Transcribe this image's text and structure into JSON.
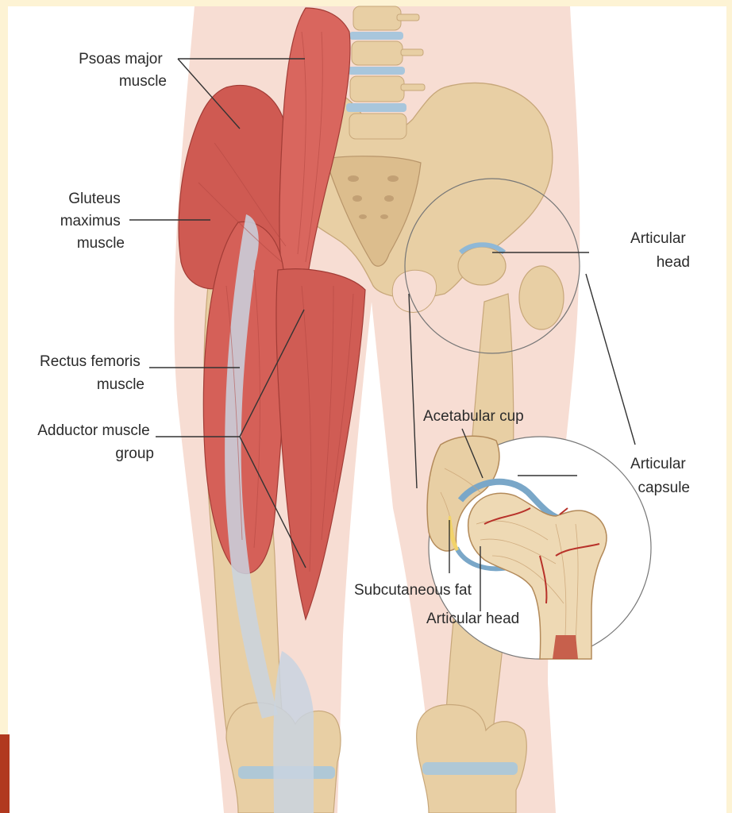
{
  "labels": {
    "psoas": [
      "Psoas major",
      "muscle"
    ],
    "gluteus": [
      "Gluteus",
      "maximus",
      "muscle"
    ],
    "rectus": [
      "Rectus femoris",
      "muscle"
    ],
    "adductor": [
      "Adductor muscle",
      "group"
    ],
    "articular_head_top": [
      "Articular",
      "head"
    ],
    "acetabular_cup": [
      "Acetabular cup"
    ],
    "articular_capsule": [
      "Articular",
      "capsule"
    ],
    "subcutaneous_fat": [
      "Subcutaneous fat"
    ],
    "articular_head_bottom": [
      "Articular head"
    ]
  },
  "colors": {
    "background": "#fdf3d4",
    "skin": "#f7ddd3",
    "muscle": "#cf5a52",
    "bone": "#e8cfa4",
    "cartilage": "#a8c6dc",
    "tendon": "#c9d3e0",
    "corner_accent": "#b1391f"
  }
}
